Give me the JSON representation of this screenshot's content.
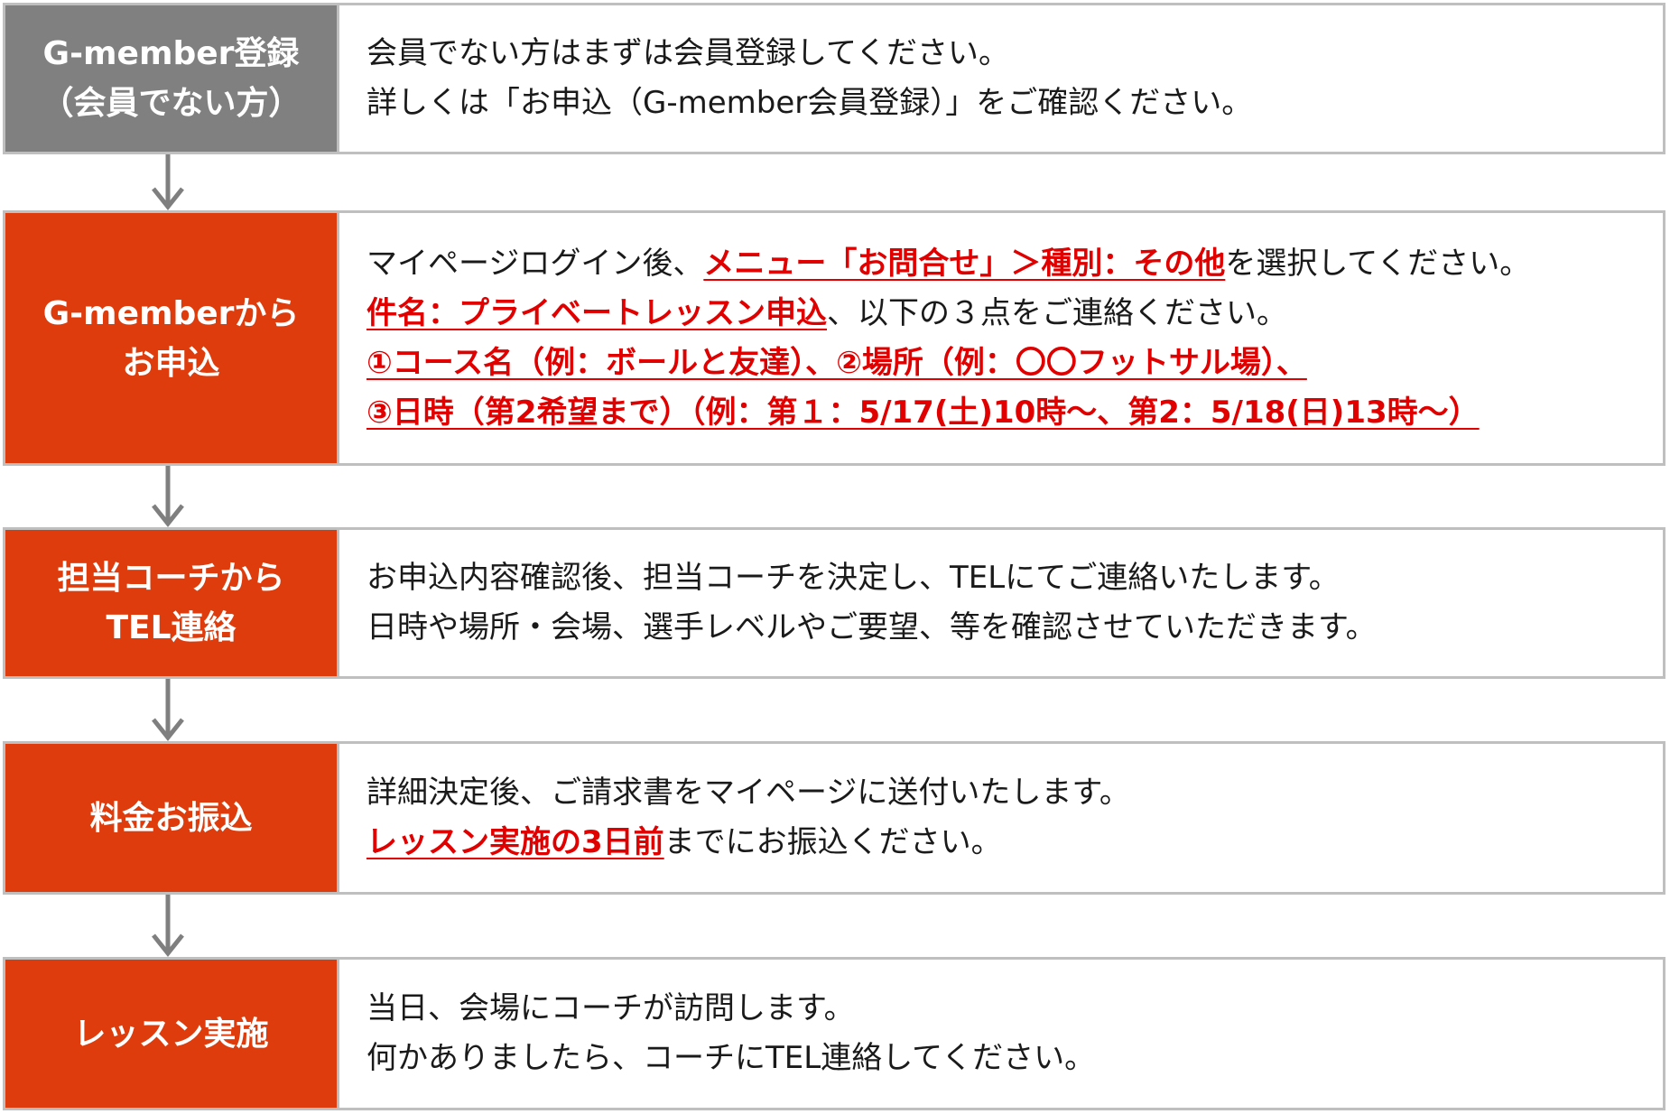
{
  "colors": {
    "gray_label": "#808080",
    "orange_label": "#de3c0c",
    "highlight_text": "#e00000",
    "border": "#bfbfbf",
    "arrow": "#7f7f7f"
  },
  "steps": [
    {
      "label_lines": [
        "G-member登録",
        "（会員でない方）"
      ],
      "lines": [
        [
          {
            "text": "会員でない方はまずは会員登録してください。",
            "hl": false
          }
        ],
        [
          {
            "text": "詳しくは「お申込（G-member会員登録）」をご確認ください。",
            "hl": false
          }
        ]
      ]
    },
    {
      "label_lines": [
        "G-memberから",
        "お申込"
      ],
      "lines": [
        [
          {
            "text": "マイページログイン後、",
            "hl": false
          },
          {
            "text": "メニュー「お問合せ」＞種別：その他",
            "hl": true
          },
          {
            "text": "を選択してください。",
            "hl": false
          }
        ],
        [
          {
            "text": "件名：プライベートレッスン申込",
            "hl": true
          },
          {
            "text": "、以下の３点をご連絡ください。",
            "hl": false
          }
        ],
        [
          {
            "text": "①コース名（例：ボールと友達）、②場所（例：〇〇フットサル場）、",
            "hl": true
          }
        ],
        [
          {
            "text": "③日時（第2希望まで）（例：第１：5/17(土)10時～、第2：5/18(日)13時～）",
            "hl": true
          }
        ]
      ]
    },
    {
      "label_lines": [
        "担当コーチから",
        "TEL連絡"
      ],
      "lines": [
        [
          {
            "text": "お申込内容確認後、担当コーチを決定し、TELにてご連絡いたします。",
            "hl": false
          }
        ],
        [
          {
            "text": "日時や場所・会場、選手レベルやご要望、等を確認させていただきます。",
            "hl": false
          }
        ]
      ]
    },
    {
      "label_lines": [
        "料金お振込"
      ],
      "lines": [
        [
          {
            "text": "詳細決定後、ご請求書をマイページに送付いたします。",
            "hl": false
          }
        ],
        [
          {
            "text": "レッスン実施の3日前",
            "hl": true
          },
          {
            "text": "までにお振込ください。",
            "hl": false
          }
        ]
      ]
    },
    {
      "label_lines": [
        "レッスン実施"
      ],
      "lines": [
        [
          {
            "text": "当日、会場にコーチが訪問します。",
            "hl": false
          }
        ],
        [
          {
            "text": "何かありましたら、コーチにTEL連絡してください。",
            "hl": false
          }
        ]
      ]
    }
  ]
}
